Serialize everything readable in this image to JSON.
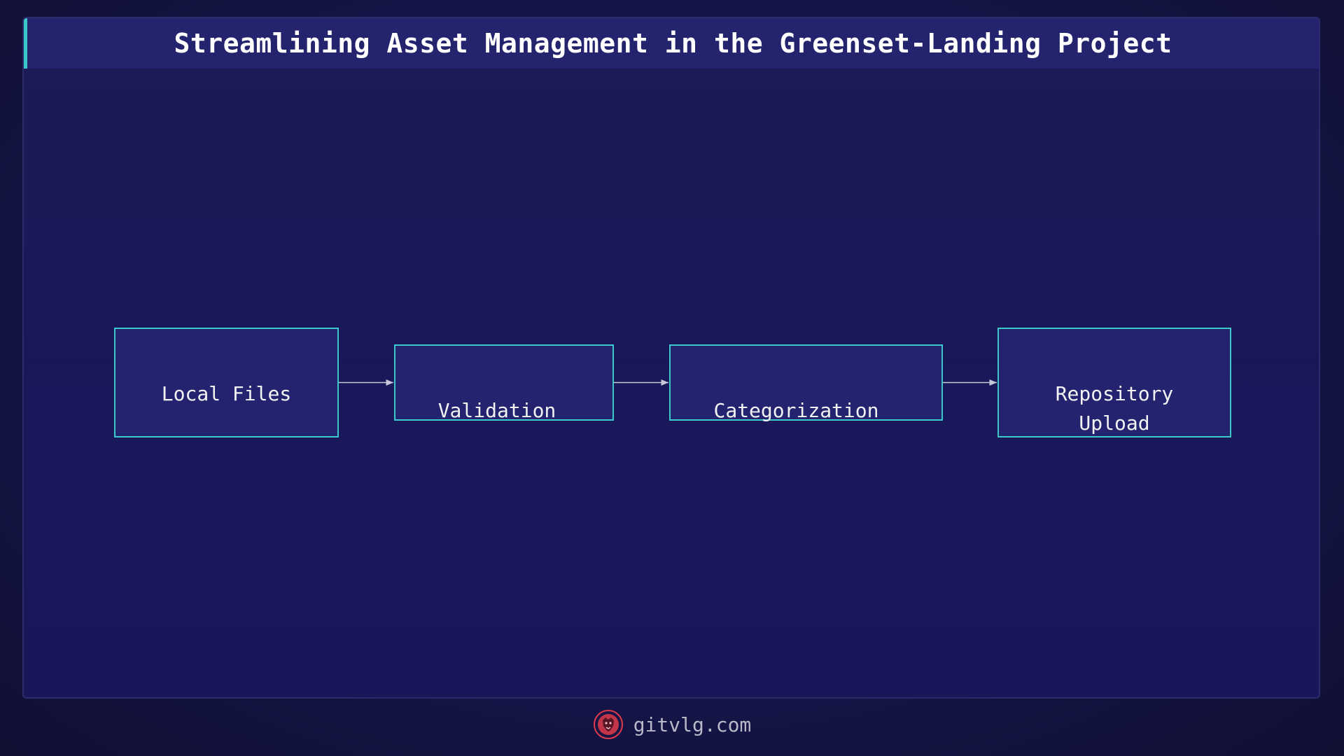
{
  "title": "Streamlining Asset Management in the Greenset-Landing Project",
  "diagram": {
    "nodes": [
      {
        "id": "local-files",
        "label": "Local Files"
      },
      {
        "id": "validation",
        "label": "Validation"
      },
      {
        "id": "categorization",
        "label": "Categorization"
      },
      {
        "id": "repository-upload",
        "label": "Repository\nUpload"
      }
    ],
    "edges": [
      {
        "from": "local-files",
        "to": "validation"
      },
      {
        "from": "validation",
        "to": "categorization"
      },
      {
        "from": "categorization",
        "to": "repository-upload"
      }
    ]
  },
  "footer": {
    "logo_icon": "lion-logo-icon",
    "site": "gitvlg.com"
  },
  "colors": {
    "background": "#15154a",
    "node_fill": "#23236f",
    "node_border": "#3cc8c8",
    "accent": "#3cc8c8",
    "edge": "#c8c8d8",
    "logo": "#e03a4a"
  }
}
